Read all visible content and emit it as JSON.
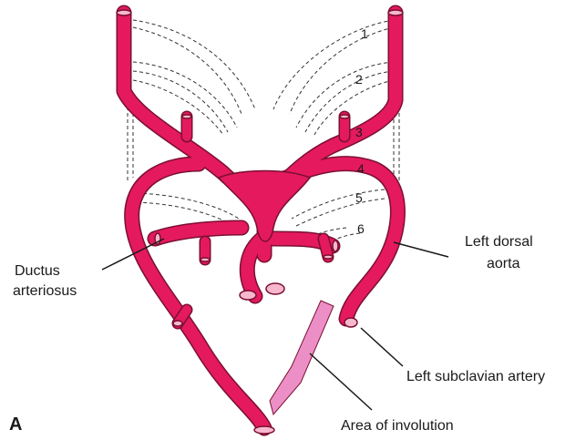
{
  "panel_letter": "A",
  "arch_numbers": [
    "1",
    "2",
    "3",
    "4",
    "5",
    "6"
  ],
  "labels": {
    "ductus_line1": "Ductus",
    "ductus_line2": "arteriosus",
    "left_dorsal_line1": "Left dorsal",
    "left_dorsal_line2": "aorta",
    "left_subclavian": "Left subclavian artery",
    "involution": "Area of involution"
  },
  "colors": {
    "vessel_fill": "#e5195e",
    "vessel_stroke": "#7a1030",
    "involution_fill": "#ec8fc7",
    "dashed_line": "#333333",
    "leader_line": "#1a1a1a"
  }
}
